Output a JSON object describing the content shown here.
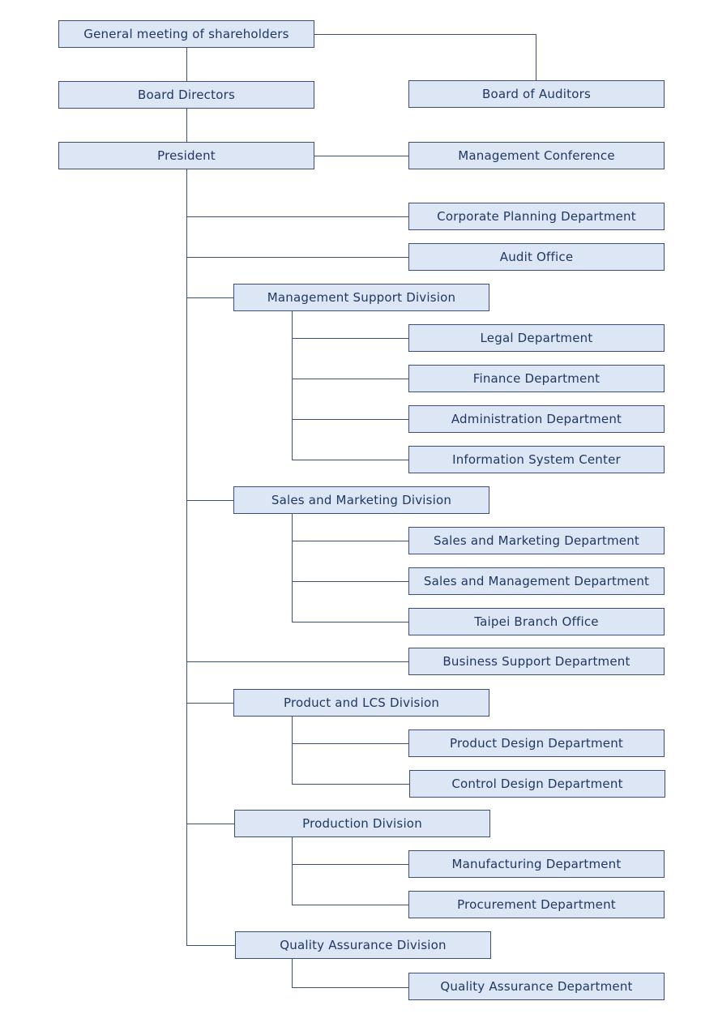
{
  "colors": {
    "box_fill": "#dce6f4",
    "box_border": "#3d4f72",
    "text": "#1f3864",
    "line": "#3d4f72"
  },
  "nodes": {
    "shareholders": "General meeting of shareholders",
    "board_directors": "Board Directors",
    "board_auditors": "Board of Auditors",
    "president": "President",
    "management_conference": "Management Conference",
    "corporate_planning": "Corporate Planning Department",
    "audit_office": "Audit Office",
    "management_support": "Management Support Division",
    "legal": "Legal Department",
    "finance": "Finance Department",
    "administration": "Administration Department",
    "info_system": "Information System Center",
    "sales_marketing_div": "Sales and Marketing Division",
    "sales_marketing_dept": "Sales and Marketing Department",
    "sales_management": "Sales and Management Department",
    "taipei_branch": "Taipei Branch Office",
    "business_support": "Business Support Department",
    "product_lcs": "Product and LCS Division",
    "product_design": "Product Design Department",
    "control_design": "Control Design Department",
    "production": "Production Division",
    "manufacturing": "Manufacturing Department",
    "procurement": "Procurement Department",
    "qa_division": "Quality Assurance Division",
    "qa_department": "Quality Assurance Department"
  }
}
